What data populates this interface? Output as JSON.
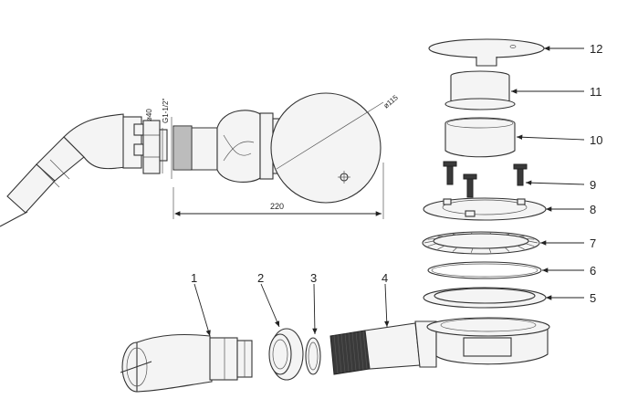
{
  "drawing": {
    "dim_diameter_40": "ø40",
    "dim_thread": "G1-1/2\"",
    "dim_diameter_115": "ø115",
    "dim_length": "220"
  },
  "callouts": [
    "1",
    "2",
    "3",
    "4",
    "5",
    "6",
    "7",
    "8",
    "9",
    "10",
    "11",
    "12"
  ]
}
